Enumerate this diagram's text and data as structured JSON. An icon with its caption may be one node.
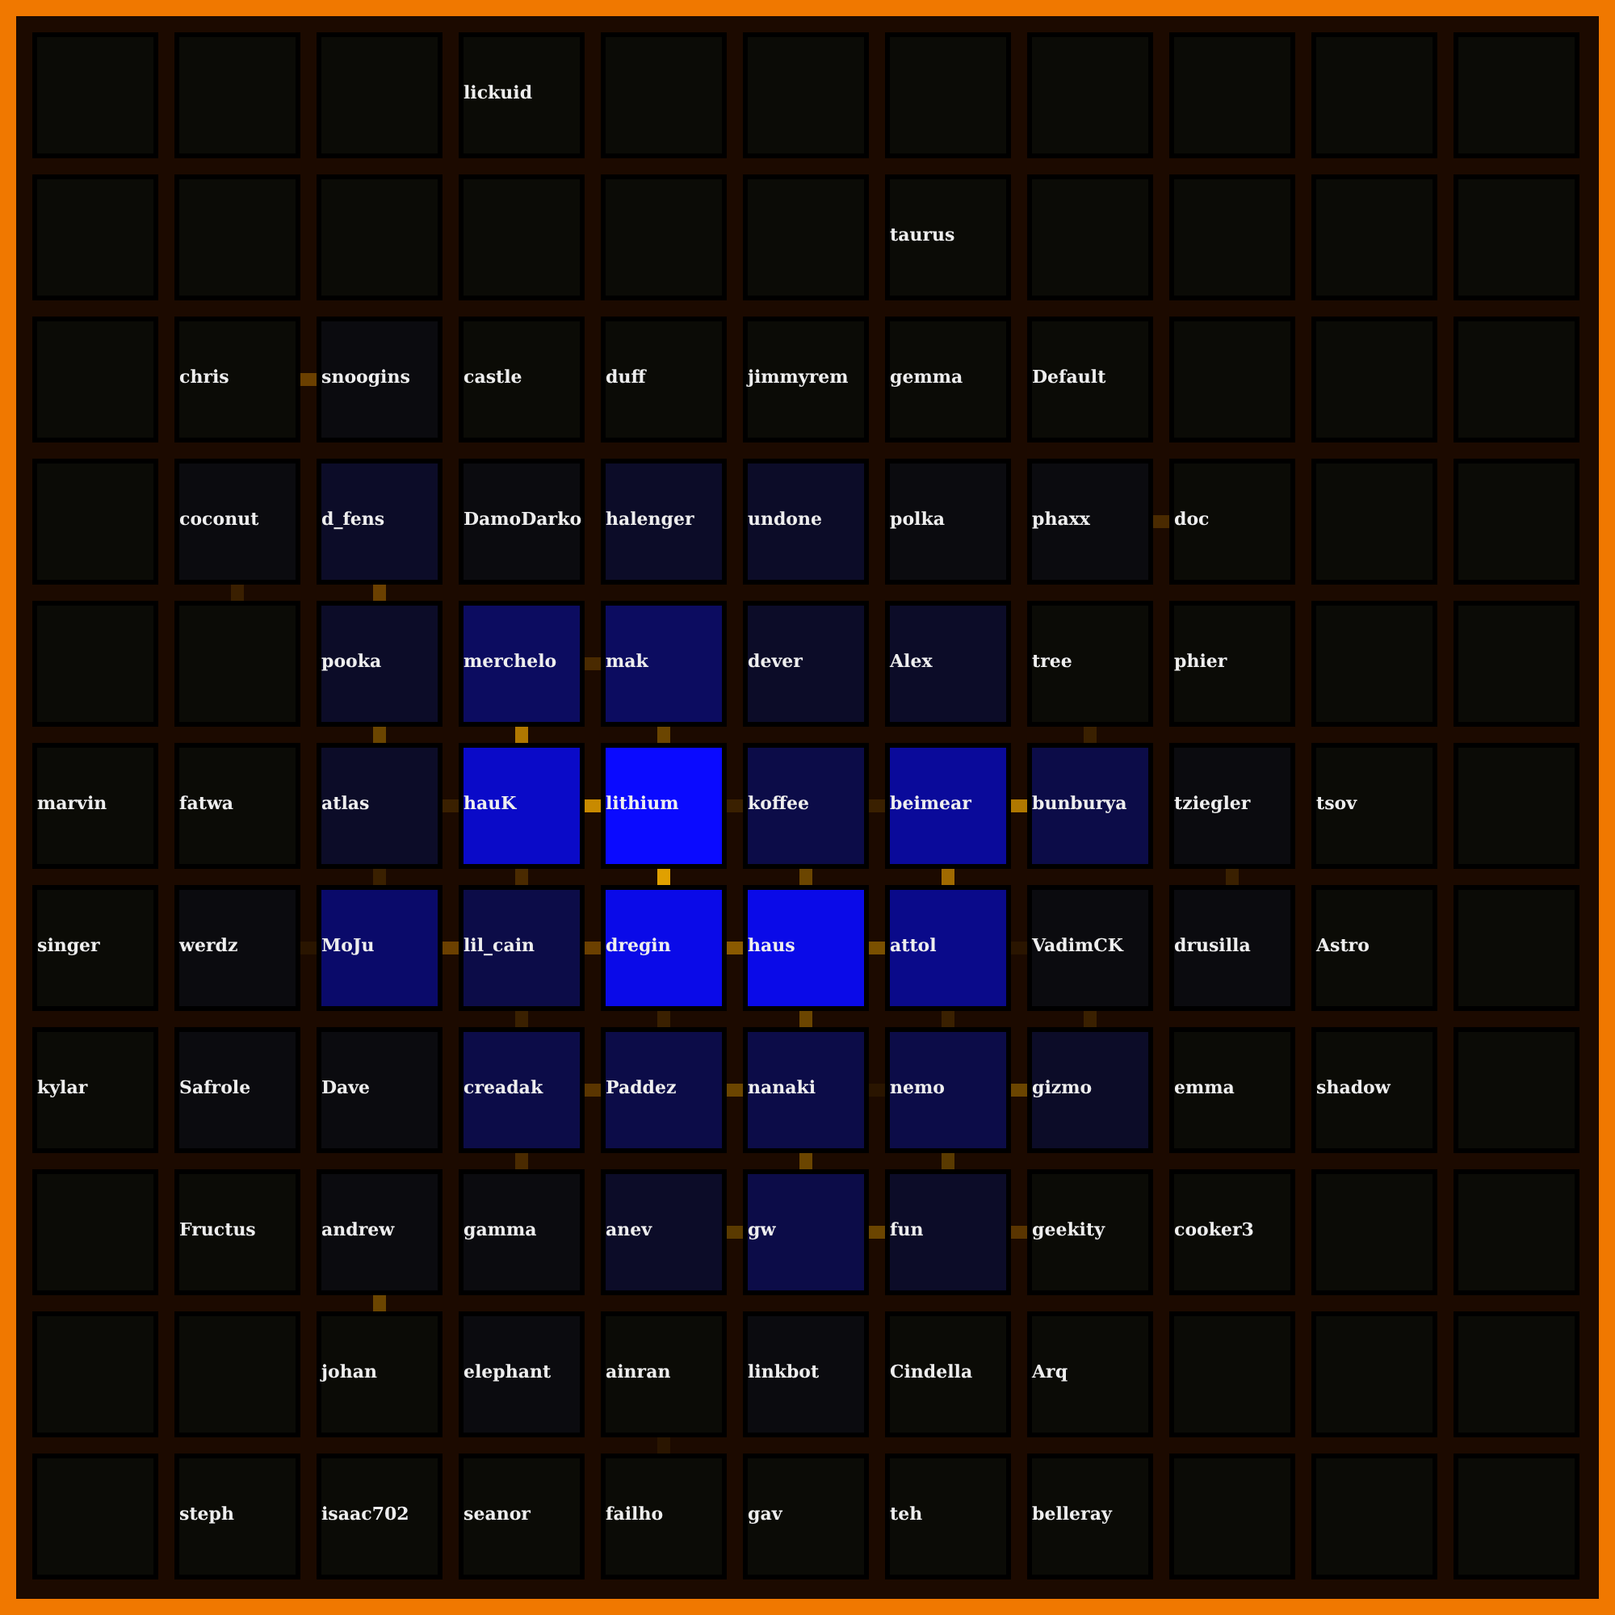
{
  "diagram": {
    "nodes": [
      {
        "text": [],
        "shape": "box"
      },
      {
        "text": [],
        "shape": "box"
      },
      {
        "text": [],
        "shape": "box"
      },
      {
        "text": [
          "lickuid"
        ]
      },
      {
        "text": [],
        "shape": "box"
      },
      {
        "text": [],
        "shape": "box"
      },
      {
        "text": [],
        "shape": "box"
      },
      {
        "text": [],
        "shape": "box"
      },
      {
        "text": [],
        "shape": "box"
      },
      {
        "text": [],
        "shape": "box"
      },
      {
        "text": [],
        "shape": "box"
      },
      {
        "text": [],
        "shape": "box"
      },
      {
        "text": [],
        "shape": "box"
      },
      {
        "text": [],
        "shape": "box"
      },
      {
        "text": [],
        "shape": "box"
      },
      {
        "text": [],
        "shape": "box"
      },
      {
        "text": [],
        "shape": "box"
      },
      {
        "text": [
          "taurus"
        ]
      },
      {
        "text": [],
        "shape": "box"
      },
      {
        "text": [],
        "shape": "box"
      },
      {
        "text": [],
        "shape": "box"
      },
      {
        "text": [],
        "shape": "box"
      },
      {
        "text": [],
        "shape": "box"
      },
      {
        "text": [
          "chris"
        ]
      },
      {
        "text": [
          "snoogins"
        ]
      },
      {
        "text": [
          "castle"
        ]
      },
      {
        "text": [
          "duff"
        ]
      },
      {
        "text": [
          "jimmyrem"
        ]
      },
      {
        "text": [
          "gemma"
        ]
      },
      {
        "text": [
          "Default"
        ]
      },
      {
        "text": [],
        "shape": "box"
      },
      {
        "text": [],
        "shape": "box"
      },
      {
        "text": [],
        "shape": "box"
      },
      {
        "text": [],
        "shape": "box"
      },
      {
        "text": [
          "coconut"
        ]
      },
      {
        "text": [
          "d_fens"
        ]
      },
      {
        "text": [
          "DamoDarko"
        ]
      },
      {
        "text": [
          "halenger"
        ]
      },
      {
        "text": [
          "undone"
        ]
      },
      {
        "text": [
          "polka"
        ]
      },
      {
        "text": [
          "phaxx"
        ]
      },
      {
        "text": [
          "doc"
        ]
      },
      {
        "text": [],
        "shape": "box"
      },
      {
        "text": [],
        "shape": "box"
      },
      {
        "text": [],
        "shape": "box"
      },
      {
        "text": [],
        "shape": "box"
      },
      {
        "text": [
          "pooka"
        ]
      },
      {
        "text": [
          "merchelo"
        ]
      },
      {
        "text": [
          "mak"
        ]
      },
      {
        "text": [
          "dever"
        ]
      },
      {
        "text": [
          "Alex"
        ]
      },
      {
        "text": [
          "tree"
        ]
      },
      {
        "text": [
          "phier"
        ]
      },
      {
        "text": [],
        "shape": "box"
      },
      {
        "text": [],
        "shape": "box"
      },
      {
        "text": [
          "marvin"
        ]
      },
      {
        "text": [
          "fatwa"
        ]
      },
      {
        "text": [
          "atlas"
        ]
      },
      {
        "text": [
          "hauK"
        ]
      },
      {
        "text": [
          "lithium"
        ]
      },
      {
        "text": [
          "koffee"
        ]
      },
      {
        "text": [
          "beimear"
        ]
      },
      {
        "text": [
          "bunburya"
        ]
      },
      {
        "text": [
          "tziegler"
        ]
      },
      {
        "text": [
          "tsov"
        ]
      },
      {
        "text": [],
        "shape": "box"
      },
      {
        "text": [
          "singer"
        ]
      },
      {
        "text": [
          "werdz"
        ]
      },
      {
        "text": [
          "MoJu"
        ]
      },
      {
        "text": [
          "lil_cain"
        ]
      },
      {
        "text": [
          "dregin"
        ]
      },
      {
        "text": [
          "haus"
        ]
      },
      {
        "text": [
          "attol"
        ]
      },
      {
        "text": [
          "VadimCK"
        ]
      },
      {
        "text": [
          "drusilla"
        ]
      },
      {
        "text": [
          "Astro"
        ]
      },
      {
        "text": [],
        "shape": "box"
      },
      {
        "text": [
          "kylar"
        ]
      },
      {
        "text": [
          "Safrole"
        ]
      },
      {
        "text": [
          "Dave"
        ]
      },
      {
        "text": [
          "creadak"
        ]
      },
      {
        "text": [
          "Paddez"
        ]
      },
      {
        "text": [
          "nanaki"
        ]
      },
      {
        "text": [
          "nemo"
        ]
      },
      {
        "text": [
          "gizmo"
        ]
      },
      {
        "text": [
          "emma"
        ]
      },
      {
        "text": [
          "shadow"
        ]
      },
      {
        "text": [],
        "shape": "box"
      },
      {
        "text": [],
        "shape": "box"
      },
      {
        "text": [
          "Fructus"
        ]
      },
      {
        "text": [
          "andrew"
        ]
      },
      {
        "text": [
          "gamma"
        ]
      },
      {
        "text": [
          "anev"
        ]
      },
      {
        "text": [
          "gw"
        ]
      },
      {
        "text": [
          "fun"
        ]
      },
      {
        "text": [
          "geekity"
        ]
      },
      {
        "text": [
          "cooker3"
        ]
      },
      {
        "text": [],
        "shape": "box"
      },
      {
        "text": [],
        "shape": "box"
      },
      {
        "text": [],
        "shape": "box"
      },
      {
        "text": [],
        "shape": "box"
      },
      {
        "text": [
          "johan"
        ]
      },
      {
        "text": [
          "elephant"
        ]
      },
      {
        "text": [
          "ainran"
        ]
      },
      {
        "text": [
          "linkbot"
        ]
      },
      {
        "text": [
          "Cindella"
        ]
      },
      {
        "text": [
          "Arq"
        ]
      },
      {
        "text": [],
        "shape": "box"
      },
      {
        "text": [],
        "shape": "box"
      },
      {
        "text": [],
        "shape": "box"
      },
      {
        "text": [],
        "shape": "box"
      },
      {
        "text": [
          "steph"
        ]
      },
      {
        "text": [
          "isaac702"
        ]
      },
      {
        "text": [
          "seanor"
        ]
      },
      {
        "text": [
          "failho"
        ]
      },
      {
        "text": [
          "gav"
        ]
      },
      {
        "text": [
          "teh"
        ]
      },
      {
        "text": [
          "belleray"
        ]
      },
      {
        "text": [],
        "shape": "box"
      },
      {
        "text": [],
        "shape": "box"
      },
      {
        "text": [],
        "shape": "box"
      }
    ],
    "edges": [
      {
        "from": 23,
        "to": 24,
        "arrow": "none",
        "color": "#6b4000"
      },
      {
        "from": 34,
        "to": 45,
        "arrow": "none",
        "color": "#3a1f00"
      },
      {
        "from": 35,
        "to": 46,
        "arrow": "none",
        "color": "#6b4000"
      },
      {
        "from": 40,
        "to": 41,
        "arrow": "none",
        "color": "#4a2a00"
      },
      {
        "from": 47,
        "to": 48,
        "arrow": "none",
        "color": "#4a2a00"
      },
      {
        "from": 46,
        "to": 57,
        "arrow": "none",
        "color": "#6b4500"
      },
      {
        "from": 47,
        "to": 58,
        "arrow": "none",
        "color": "#b07800"
      },
      {
        "from": 48,
        "to": 59,
        "arrow": "none",
        "color": "#6b4500"
      },
      {
        "from": 51,
        "to": 62,
        "arrow": "none",
        "color": "#3a2000"
      },
      {
        "from": 57,
        "to": 58,
        "arrow": "none",
        "color": "#3a2000"
      },
      {
        "from": 58,
        "to": 59,
        "arrow": "none",
        "color": "#c88a00"
      },
      {
        "from": 59,
        "to": 60,
        "arrow": "none",
        "color": "#3a2000"
      },
      {
        "from": 60,
        "to": 61,
        "arrow": "none",
        "color": "#3a2000"
      },
      {
        "from": 61,
        "to": 62,
        "arrow": "none",
        "color": "#b07800"
      },
      {
        "from": 57,
        "to": 68,
        "arrow": "none",
        "color": "#3a2000"
      },
      {
        "from": 58,
        "to": 69,
        "arrow": "none",
        "color": "#4a2a00"
      },
      {
        "from": 59,
        "to": 70,
        "arrow": "none",
        "color": "#e0a000"
      },
      {
        "from": 60,
        "to": 71,
        "arrow": "none",
        "color": "#6b4500"
      },
      {
        "from": 61,
        "to": 72,
        "arrow": "none",
        "color": "#a06a00"
      },
      {
        "from": 63,
        "to": 74,
        "arrow": "none",
        "color": "#3a2000"
      },
      {
        "from": 67,
        "to": 68,
        "arrow": "none",
        "color": "#2a1500"
      },
      {
        "from": 68,
        "to": 69,
        "arrow": "none",
        "color": "#6b4000"
      },
      {
        "from": 69,
        "to": 70,
        "arrow": "none",
        "color": "#6b4000"
      },
      {
        "from": 70,
        "to": 71,
        "arrow": "none",
        "color": "#8a5a00"
      },
      {
        "from": 71,
        "to": 72,
        "arrow": "none",
        "color": "#7a5000"
      },
      {
        "from": 72,
        "to": 73,
        "arrow": "none",
        "color": "#2a1500"
      },
      {
        "from": 69,
        "to": 80,
        "arrow": "none",
        "color": "#3a2000"
      },
      {
        "from": 70,
        "to": 81,
        "arrow": "none",
        "color": "#3a2000"
      },
      {
        "from": 71,
        "to": 82,
        "arrow": "none",
        "color": "#6b4500"
      },
      {
        "from": 72,
        "to": 83,
        "arrow": "none",
        "color": "#3a2000"
      },
      {
        "from": 73,
        "to": 84,
        "arrow": "none",
        "color": "#3a2000"
      },
      {
        "from": 80,
        "to": 81,
        "arrow": "none",
        "color": "#5a3500"
      },
      {
        "from": 81,
        "to": 82,
        "arrow": "none",
        "color": "#6b4500"
      },
      {
        "from": 82,
        "to": 83,
        "arrow": "none",
        "color": "#2a1500"
      },
      {
        "from": 83,
        "to": 84,
        "arrow": "none",
        "color": "#6b4500"
      },
      {
        "from": 80,
        "to": 91,
        "arrow": "none",
        "color": "#4a2a00"
      },
      {
        "from": 82,
        "to": 93,
        "arrow": "none",
        "color": "#6b4500"
      },
      {
        "from": 83,
        "to": 94,
        "arrow": "none",
        "color": "#5a3a00"
      },
      {
        "from": 92,
        "to": 93,
        "arrow": "none",
        "color": "#5a3a00"
      },
      {
        "from": 93,
        "to": 94,
        "arrow": "none",
        "color": "#6b4500"
      },
      {
        "from": 94,
        "to": 95,
        "arrow": "none",
        "color": "#5a3500"
      },
      {
        "from": 90,
        "to": 101,
        "arrow": "none",
        "color": "#6b4500"
      },
      {
        "from": 103,
        "to": 114,
        "arrow": "none",
        "color": "#2a1500"
      }
    ]
  }
}
